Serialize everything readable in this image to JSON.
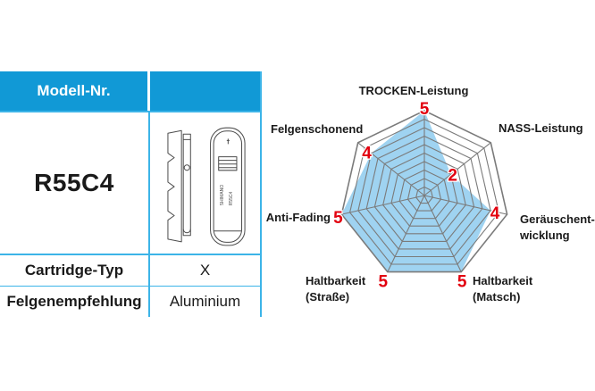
{
  "table": {
    "header_label": "Modell-Nr.",
    "model_value": "R55C4",
    "rows": [
      {
        "label": "Cartridge-Typ",
        "value": "X"
      },
      {
        "label": "Felgenempfehlung",
        "value": "Aluminium"
      }
    ],
    "drawing_text": {
      "brand": "SHIMANO",
      "model": "R55C4"
    }
  },
  "chart_data": {
    "type": "radar",
    "categories": [
      "TROCKEN-Leistung",
      "NASS-Leistung",
      "Geräuschentwicklung",
      "Haltbarkeit (Matsch)",
      "Haltbarkeit (Straße)",
      "Anti-Fading",
      "Felgenschonend"
    ],
    "values": [
      5,
      2,
      4,
      5,
      5,
      5,
      4
    ],
    "scale_min": 0,
    "scale_max": 5,
    "rings": 10,
    "grid": true,
    "legend": false,
    "fill_color": "#9fd3f1",
    "grid_color": "#7b7b7b",
    "value_label_color": "#e2000f"
  },
  "axis_labels": [
    {
      "lines": [
        "TROCKEN-Leistung"
      ]
    },
    {
      "lines": [
        "NASS-Leistung"
      ]
    },
    {
      "lines": [
        "Geräuschent-",
        "wicklung"
      ]
    },
    {
      "lines": [
        "Haltbarkeit",
        "(Matsch)"
      ]
    },
    {
      "lines": [
        "Haltbarkeit",
        "(Straße)"
      ]
    },
    {
      "lines": [
        "Anti-Fading"
      ]
    },
    {
      "lines": [
        "Felgenschonend"
      ]
    }
  ],
  "colors": {
    "header_blue": "#1199d6",
    "table_border": "#3cb4e8",
    "text_dark": "#1a1a1a",
    "value_red": "#e2000f"
  }
}
